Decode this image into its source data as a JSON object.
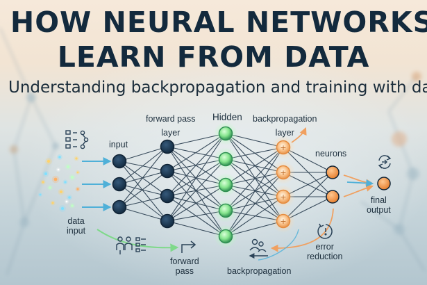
{
  "title": {
    "line1": "HOW NEURAL NETWORKS",
    "line2": "LEARN FROM DATA"
  },
  "subtitle": "Understanding backpropagation and training with da",
  "labels": {
    "forward_pass_top_1": "forward pass",
    "forward_pass_top_2": "layer",
    "hidden": "Hidden",
    "backprop_top_1": "backpropagation",
    "backprop_top_2": "layer",
    "input": "input",
    "neurons": "neurons",
    "data_input_1": "data",
    "data_input_2": "input",
    "final_output_1": "final",
    "final_output_2": "output",
    "error_reduction_1": "error",
    "error_reduction_2": "reduction",
    "forward_pass_bottom_1": "forward",
    "forward_pass_bottom_2": "pass",
    "backprop_bottom": "backpropagation"
  },
  "colors": {
    "title": "#132a3d",
    "input_node": "#1d3a52",
    "hidden_node": "#7fe08a",
    "backprop_node": "#f7b77a",
    "output_node": "#f39a50",
    "connection": "#1a2f42",
    "forward_arrow": "#4fb0d8",
    "backward_arrow": "#f0a060"
  },
  "icons": {
    "tree": "tree-structure-icon",
    "people": "people-list-icon",
    "forward_arrow": "return-arrow-icon",
    "users_back": "users-icon",
    "cycle": "cycle-arrow-icon",
    "error": "error-clock-icon"
  }
}
